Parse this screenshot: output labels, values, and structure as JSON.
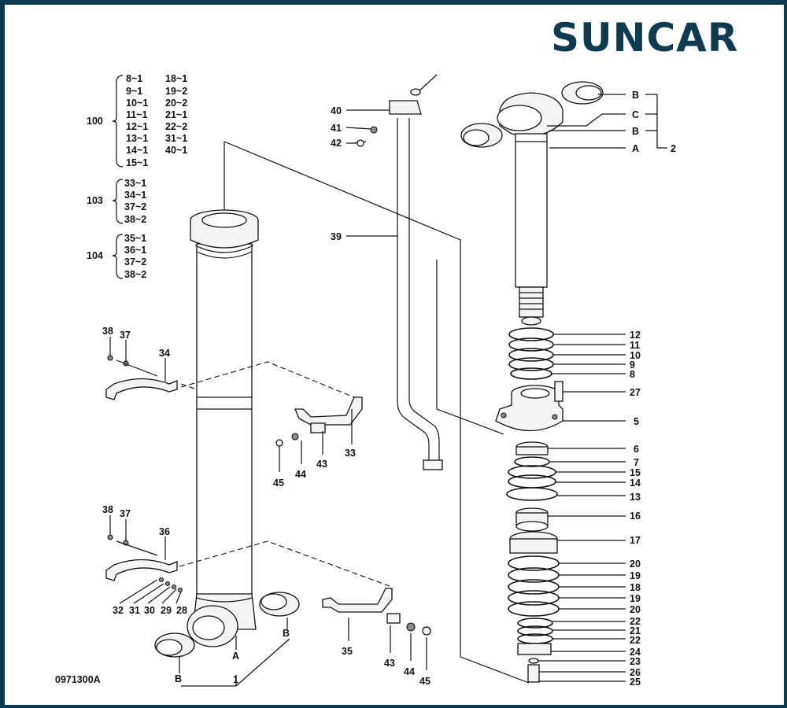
{
  "brand": {
    "logo_text": "SUNCAR",
    "color": "#0d3b52"
  },
  "drawing_number": "0971300A",
  "group_keys": [
    {
      "id": "100",
      "col1": [
        "8~1",
        "9~1",
        "10~1",
        "11~1",
        "12~1",
        "13~1",
        "14~1",
        "15~1"
      ],
      "col2": [
        "18~1",
        "19~2",
        "20~2",
        "21~1",
        "22~2",
        "31~1",
        "40~1"
      ]
    },
    {
      "id": "103",
      "col1": [
        "33~1",
        "34~1",
        "37~2",
        "38~2"
      ]
    },
    {
      "id": "104",
      "col1": [
        "35~1",
        "36~1",
        "37~2",
        "38~2"
      ]
    }
  ],
  "callouts": {
    "c1": "1",
    "cA1": "A",
    "cB1": "B",
    "cB2": "B",
    "c2": "2",
    "cA2": "A",
    "cB3": "B",
    "cC": "C",
    "cB4": "B",
    "c12": "12",
    "c11": "11",
    "c10": "10",
    "c9": "9",
    "c8": "8",
    "c27": "27",
    "c5": "5",
    "c6": "6",
    "c7": "7",
    "c15": "15",
    "c14": "14",
    "c13": "13",
    "c16": "16",
    "c17": "17",
    "c20a": "20",
    "c19a": "19",
    "c18": "18",
    "c19b": "19",
    "c20b": "20",
    "c22a": "22",
    "c21": "21",
    "c22b": "22",
    "c24": "24",
    "c23": "23",
    "c26": "26",
    "c25": "25",
    "c40": "40",
    "c41": "41",
    "c42": "42",
    "c39": "39",
    "c38a": "38",
    "c37a": "37",
    "c34": "34",
    "c33": "33",
    "c43a": "43",
    "c44a": "44",
    "c45a": "45",
    "c38b": "38",
    "c37b": "37",
    "c36": "36",
    "c35": "35",
    "c43b": "43",
    "c44b": "44",
    "c45b": "45",
    "c32": "32",
    "c31": "31",
    "c30": "30",
    "c29": "29",
    "c28": "28"
  }
}
